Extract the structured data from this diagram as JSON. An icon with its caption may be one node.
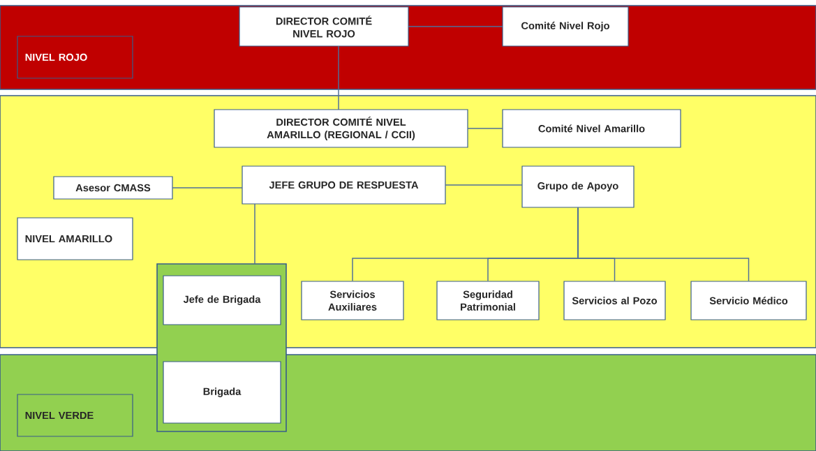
{
  "diagram": {
    "nodes": [
      {
        "text": [],
        "shape": "box"
      },
      {
        "text": [
          "NIVEL ROJO"
        ],
        "in": 0
      },
      {
        "text": [
          "DIRECTOR COMITÉ NIVEL ROJO"
        ],
        "in": 0
      },
      {
        "text": [
          "Comité Nivel Rojo"
        ],
        "in": 0
      },
      {
        "text": [],
        "shape": "box"
      },
      {
        "text": [
          "DIRECTOR COMITÉ NIVEL AMARILLO (REGIONAL / CCII)"
        ],
        "in": 4
      },
      {
        "text": [
          "Comité Nivel Amarillo"
        ],
        "in": 4
      },
      {
        "text": [
          "Asesor CMASS"
        ],
        "in": 4
      },
      {
        "text": [
          "JEFE GRUPO DE RESPUESTA"
        ],
        "in": 4
      },
      {
        "text": [
          "Grupo de Apoyo"
        ],
        "in": 4
      },
      {
        "text": [
          "NIVEL AMARILLO"
        ],
        "in": 4
      },
      {
        "text": [
          "Servicios Auxiliares"
        ],
        "in": 4
      },
      {
        "text": [
          "Seguridad Patrimonial"
        ],
        "in": 4
      },
      {
        "text": [
          "Servicios al Pozo"
        ],
        "in": 4
      },
      {
        "text": [
          "Servicio Médico"
        ],
        "in": 4
      },
      {
        "text": [],
        "shape": "box"
      },
      {
        "text": [
          "NIVEL VERDE"
        ],
        "in": 15
      },
      {
        "text": [],
        "shape": "box"
      },
      {
        "text": [
          "Jefe de Brigada"
        ]
      },
      {
        "text": [
          "Brigada"
        ]
      }
    ],
    "edges": [
      {
        "from": 2,
        "to": 3,
        "arrow": "none"
      },
      {
        "from": 2,
        "to": 5,
        "arrow": "none"
      },
      {
        "from": 5,
        "to": 6,
        "arrow": "none"
      },
      {
        "from": 8,
        "to": 7,
        "arrow": "none"
      },
      {
        "from": 8,
        "to": 9,
        "arrow": "none"
      },
      {
        "from": 8,
        "to": 17,
        "arrow": "none"
      },
      {
        "from": 9,
        "to": 11,
        "arrow": "none"
      },
      {
        "from": 9,
        "to": 12,
        "arrow": "none"
      },
      {
        "from": 9,
        "to": 13,
        "arrow": "none"
      },
      {
        "from": 9,
        "to": 14,
        "arrow": "none"
      }
    ]
  }
}
